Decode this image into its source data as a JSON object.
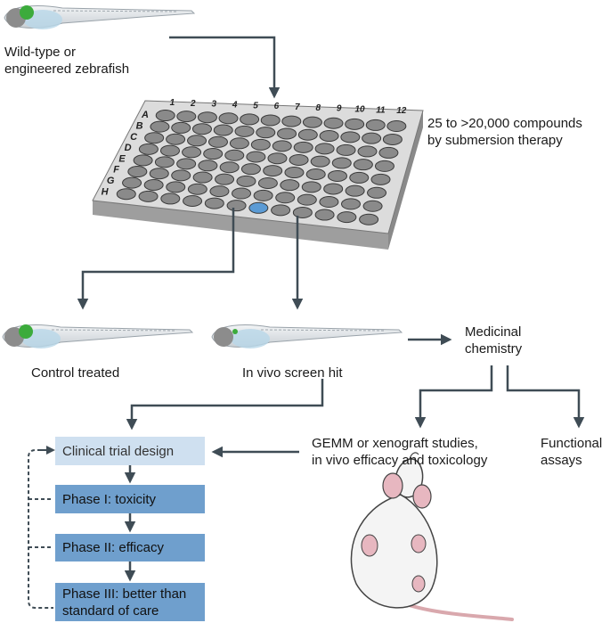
{
  "labels": {
    "zebrafish_source_line1": "Wild-type or",
    "zebrafish_source_line2": "engineered zebrafish",
    "compounds_line1": "25 to >20,000 compounds",
    "compounds_line2": "by submersion therapy",
    "control": "Control treated",
    "hit": "In vivo screen hit",
    "medchem_line1": "Medicinal",
    "medchem_line2": "chemistry",
    "gemm_line1": "GEMM or xenograft studies,",
    "gemm_line2": "in vivo efficacy and toxicology",
    "functional_line1": "Functional",
    "functional_line2": "assays"
  },
  "plate": {
    "columns": [
      "1",
      "2",
      "3",
      "4",
      "5",
      "6",
      "7",
      "8",
      "9",
      "10",
      "11",
      "12"
    ],
    "rows": [
      "A",
      "B",
      "C",
      "D",
      "E",
      "F",
      "G",
      "H"
    ],
    "hit_well": "H7"
  },
  "trial": {
    "design": "Clinical trial design",
    "phase1": "Phase I: toxicity",
    "phase2": "Phase II: efficacy",
    "phase3_line1": "Phase III: better than",
    "phase3_line2": "standard of care"
  },
  "colors": {
    "arrow": "#3f4c55",
    "box_light": "#cfe0f0",
    "box_dark": "#6f9fcd",
    "plate": "#dcdcdc",
    "well": "#8a8a8a",
    "hit_well": "#5b9bd5",
    "tumor": "#3cab3c"
  }
}
